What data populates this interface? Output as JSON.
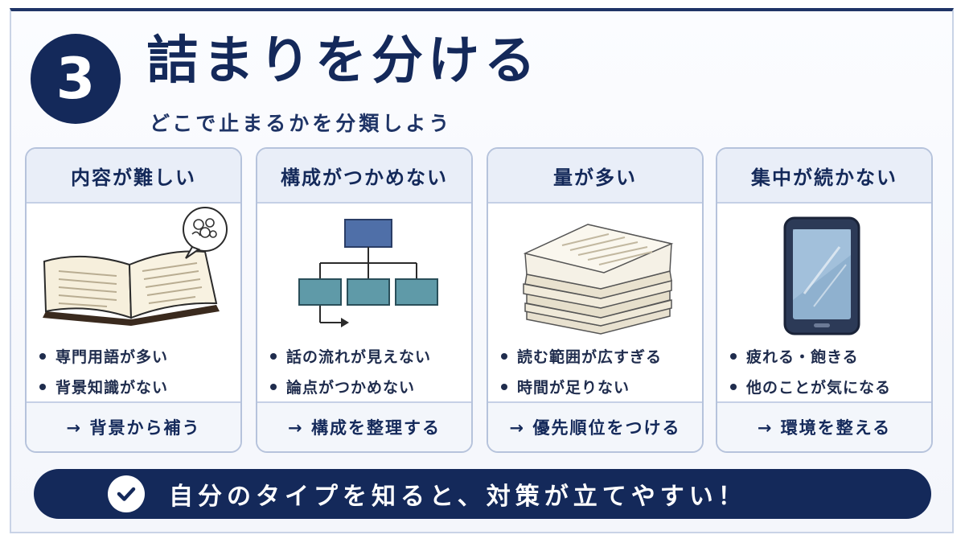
{
  "header": {
    "number": "3",
    "title": "詰まりを分ける",
    "subtitle": "どこで止まるかを分類しよう"
  },
  "cards": [
    {
      "title": "内容が難しい",
      "illustration": "open-book-confused-icon",
      "bullets": [
        "専門用語が多い",
        "背景知識がない"
      ],
      "action": "→ 背景から補う"
    },
    {
      "title": "構成がつかめない",
      "illustration": "structure-diagram-icon",
      "bullets": [
        "話の流れが見えない",
        "論点がつかめない"
      ],
      "action": "→ 構成を整理する"
    },
    {
      "title": "量が多い",
      "illustration": "paper-stack-icon",
      "bullets": [
        "読む範囲が広すぎる",
        "時間が足りない"
      ],
      "action": "→ 優先順位をつける"
    },
    {
      "title": "集中が続かない",
      "illustration": "smartphone-icon",
      "bullets": [
        "疲れる・飽きる",
        "他のことが気になる"
      ],
      "action": "→ 環境を整える"
    }
  ],
  "banner": {
    "icon": "check-icon",
    "text": "自分のタイプを知ると、対策が立てやすい！"
  },
  "colors": {
    "navy": "#14295a",
    "card_header": "#e9eef8",
    "border": "#b6c3dc"
  }
}
